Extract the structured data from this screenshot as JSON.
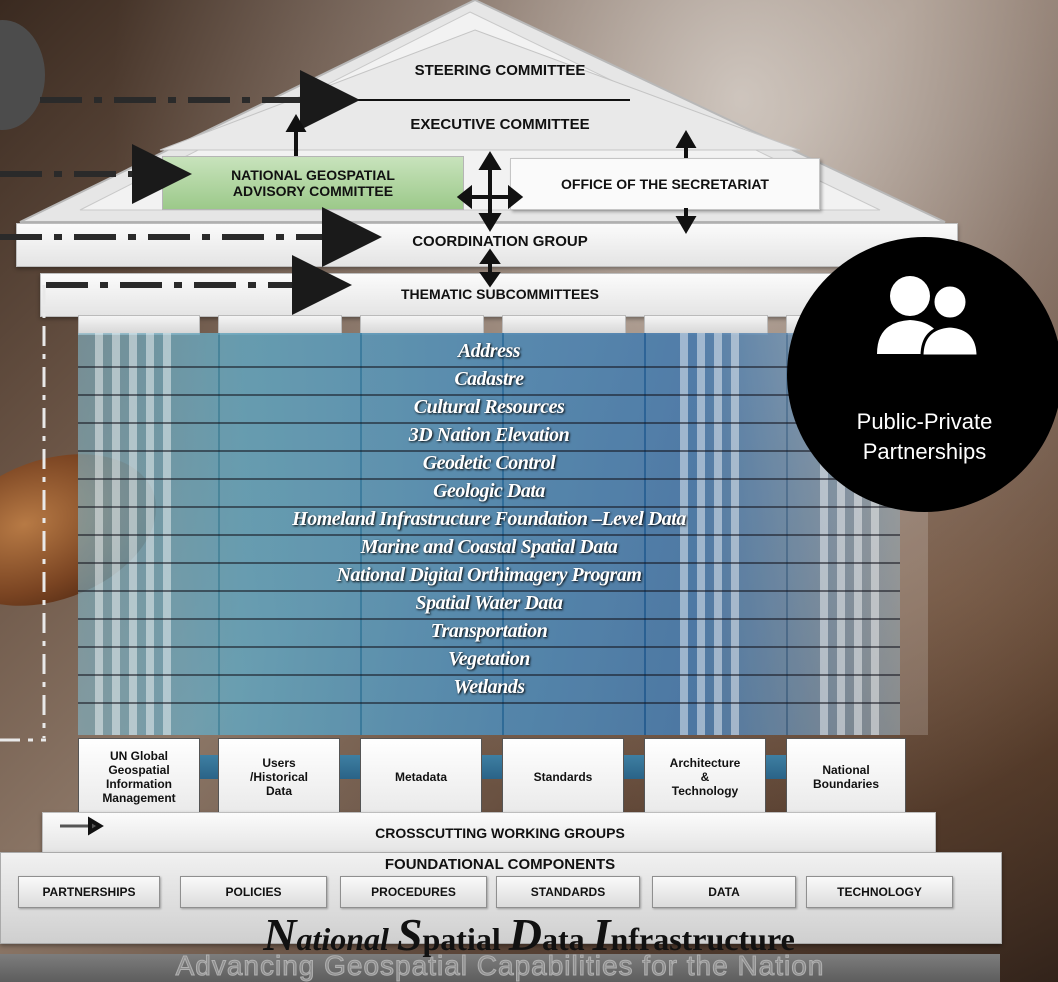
{
  "governance": {
    "steering": "STEERING COMMITTEE",
    "executive": "EXECUTIVE COMMITTEE",
    "ngac_line1": "NATIONAL GEOSPATIAL",
    "ngac_line2": "ADVISORY COMMITTEE",
    "secretariat": "OFFICE OF THE SECRETARIAT",
    "coordination": "COORDINATION GROUP",
    "thematic": "THEMATIC SUBCOMMITTEES"
  },
  "themes": [
    "Address",
    "Cadastre",
    "Cultural Resources",
    "3D Nation Elevation",
    "Geodetic Control",
    "Geologic Data",
    "Homeland Infrastructure Foundation –Level Data",
    "Marine and Coastal Spatial Data",
    "National Digital Orthimagery Program",
    "Spatial Water Data",
    "Transportation",
    "Vegetation",
    "Wetlands"
  ],
  "working_groups": {
    "label": "CROSSCUTTING WORKING GROUPS",
    "items": [
      [
        "UN Global",
        "Geospatial",
        "Information",
        "Management"
      ],
      [
        "Users",
        "/Historical",
        "Data"
      ],
      [
        "Metadata"
      ],
      [
        "Standards"
      ],
      [
        "Architecture",
        "&",
        "Technology"
      ],
      [
        "National",
        "Boundaries"
      ]
    ]
  },
  "foundation": {
    "label": "FOUNDATIONAL COMPONENTS",
    "items": [
      "PARTNERSHIPS",
      "POLICIES",
      "PROCEDURES",
      "STANDARDS",
      "DATA",
      "TECHNOLOGY"
    ]
  },
  "title": {
    "n": "N",
    "ational": "ational",
    "s": "S",
    "patial": "patial",
    "d": "D",
    "ata": "ata",
    "i": "I",
    "nfrastructure": "nfrastructure",
    "tagline": "Advancing Geospatial Capabilities for the Nation"
  },
  "partnership": {
    "icon": "people-icon",
    "line1": "Public-Private",
    "line2": "Partnerships"
  }
}
